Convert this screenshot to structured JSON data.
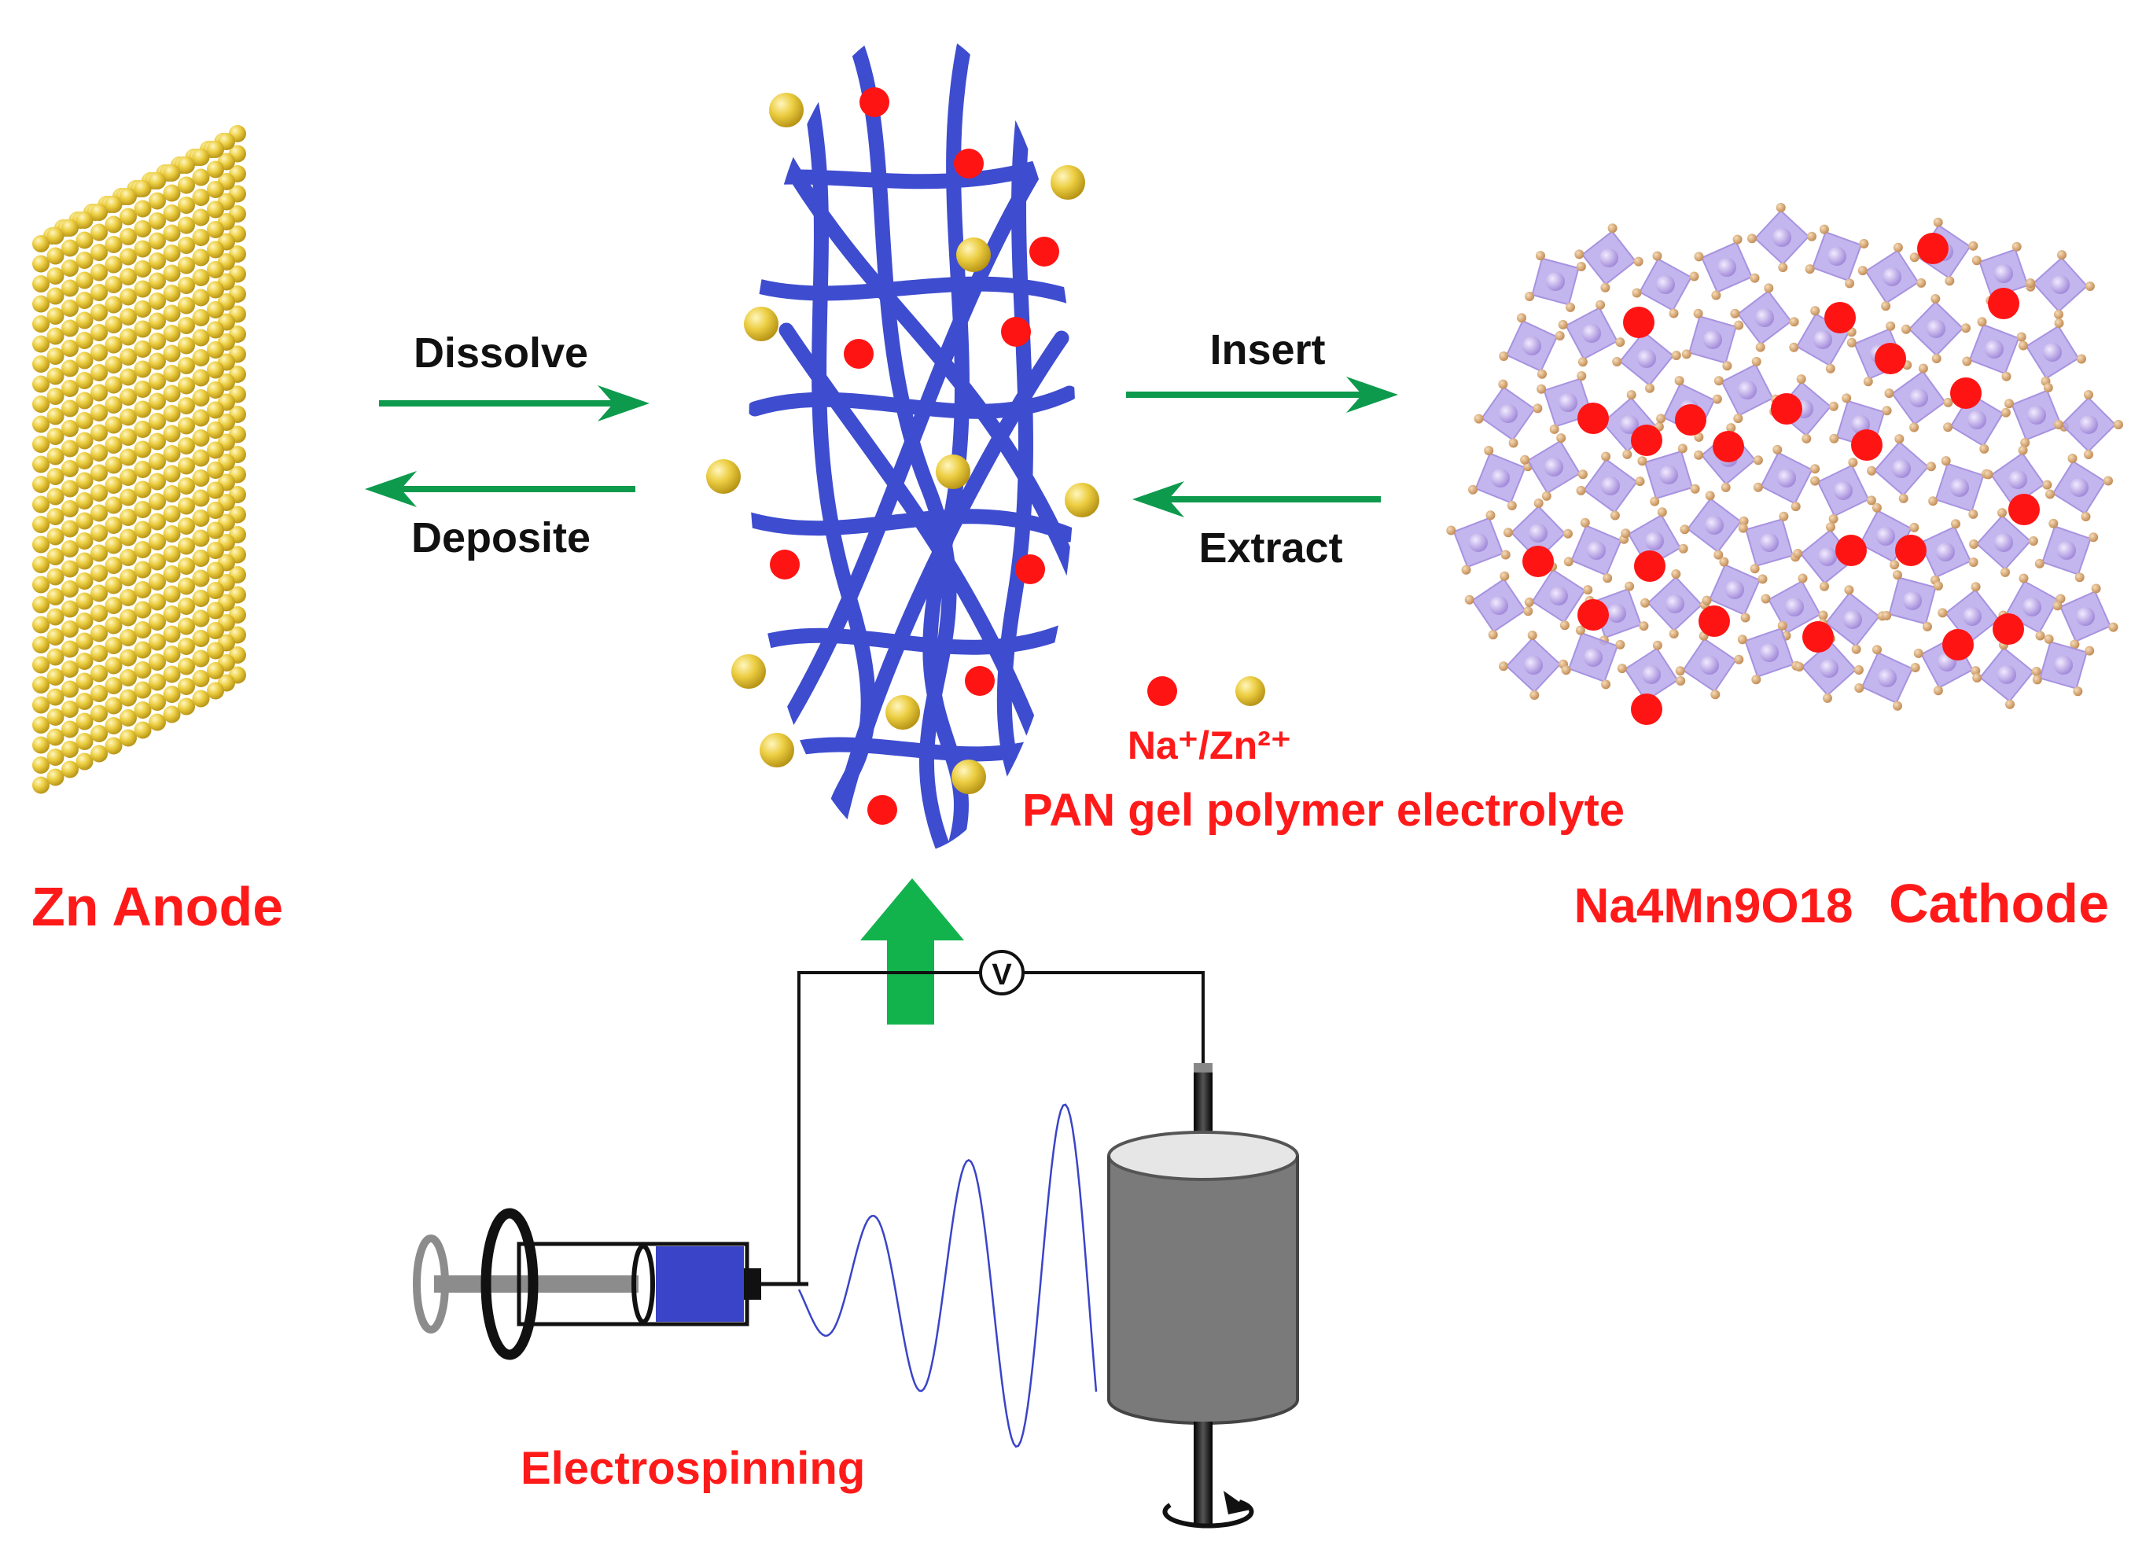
{
  "labels": {
    "dissolve": "Dissolve",
    "deposite": "Deposite",
    "insert": "Insert",
    "extract": "Extract",
    "ion_legend": "Na⁺/Zn²⁺",
    "electrolyte": "PAN gel polymer electrolyte",
    "anode": "Zn Anode",
    "cathode_formula": "Na4Mn9O18",
    "cathode_word": "Cathode",
    "electrospinning": "Electrospinning",
    "voltmeter": "V"
  },
  "icons": {
    "anode": "zinc-atom-lattice-icon",
    "electrolyte": "nanofiber-mesh-icon",
    "cathode": "crystal-structure-icon",
    "setup": "electrospinning-apparatus-icon"
  },
  "colors": {
    "label_red": "#ff1a1a",
    "arrow_green": "#0d9a4d",
    "fiber_blue": "#3e4ccf",
    "zinc_gold": "#e6c43a",
    "sodium_red": "#ff1414",
    "octahedra_lilac": "#b9a8ea",
    "collector_gray": "#7a7a7a"
  }
}
